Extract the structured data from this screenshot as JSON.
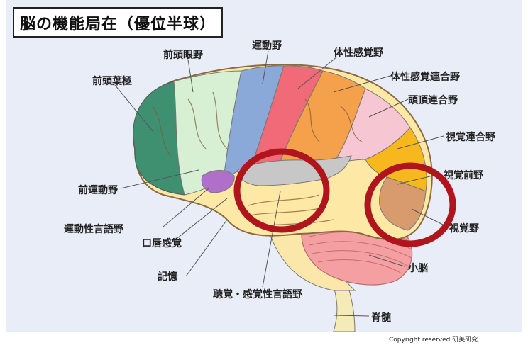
{
  "title": "脳の機能局在（優位半球）",
  "labels": {
    "zentou_ganya": "前頭眼野",
    "undouya": "運動野",
    "taisei_kankakuya": "体性感覚野",
    "zentou_youkyoku": "前頭葉極",
    "taisei_kankaku_rengouya": "体性感覚連合野",
    "toucho_rengouya": "頭頂連合野",
    "shikaku_rengouya": "視覚連合野",
    "shikaku_zenya": "視覚前野",
    "zen_undouya": "前運動野",
    "undousei_gengoya": "運動性言語野",
    "koushin_kankaku": "口唇感覚",
    "shikakuya": "視覚野",
    "kioku": "記憶",
    "shounou": "小脳",
    "choukaku_gengoya": "聴覚・感覚性言語野",
    "sekizui": "脊髄"
  },
  "copyright": "Copyright reserved 研美研究",
  "colors": {
    "frontal_pole": "#3f9070",
    "frontal_eye": "#d7efd3",
    "motor": "#8aa8d8",
    "somatosensory": "#f06a78",
    "somato_assoc": "#f5a04a",
    "parietal_assoc": "#f6c7d2",
    "visual_assoc": "#f7b81d",
    "visual": "#d79b6e",
    "temporal": "#fde8a5",
    "auditory": "#c7c7c7",
    "broca": "#b06fc9",
    "cerebellum": "#f4a0a2",
    "highlight": "#b0141c"
  }
}
